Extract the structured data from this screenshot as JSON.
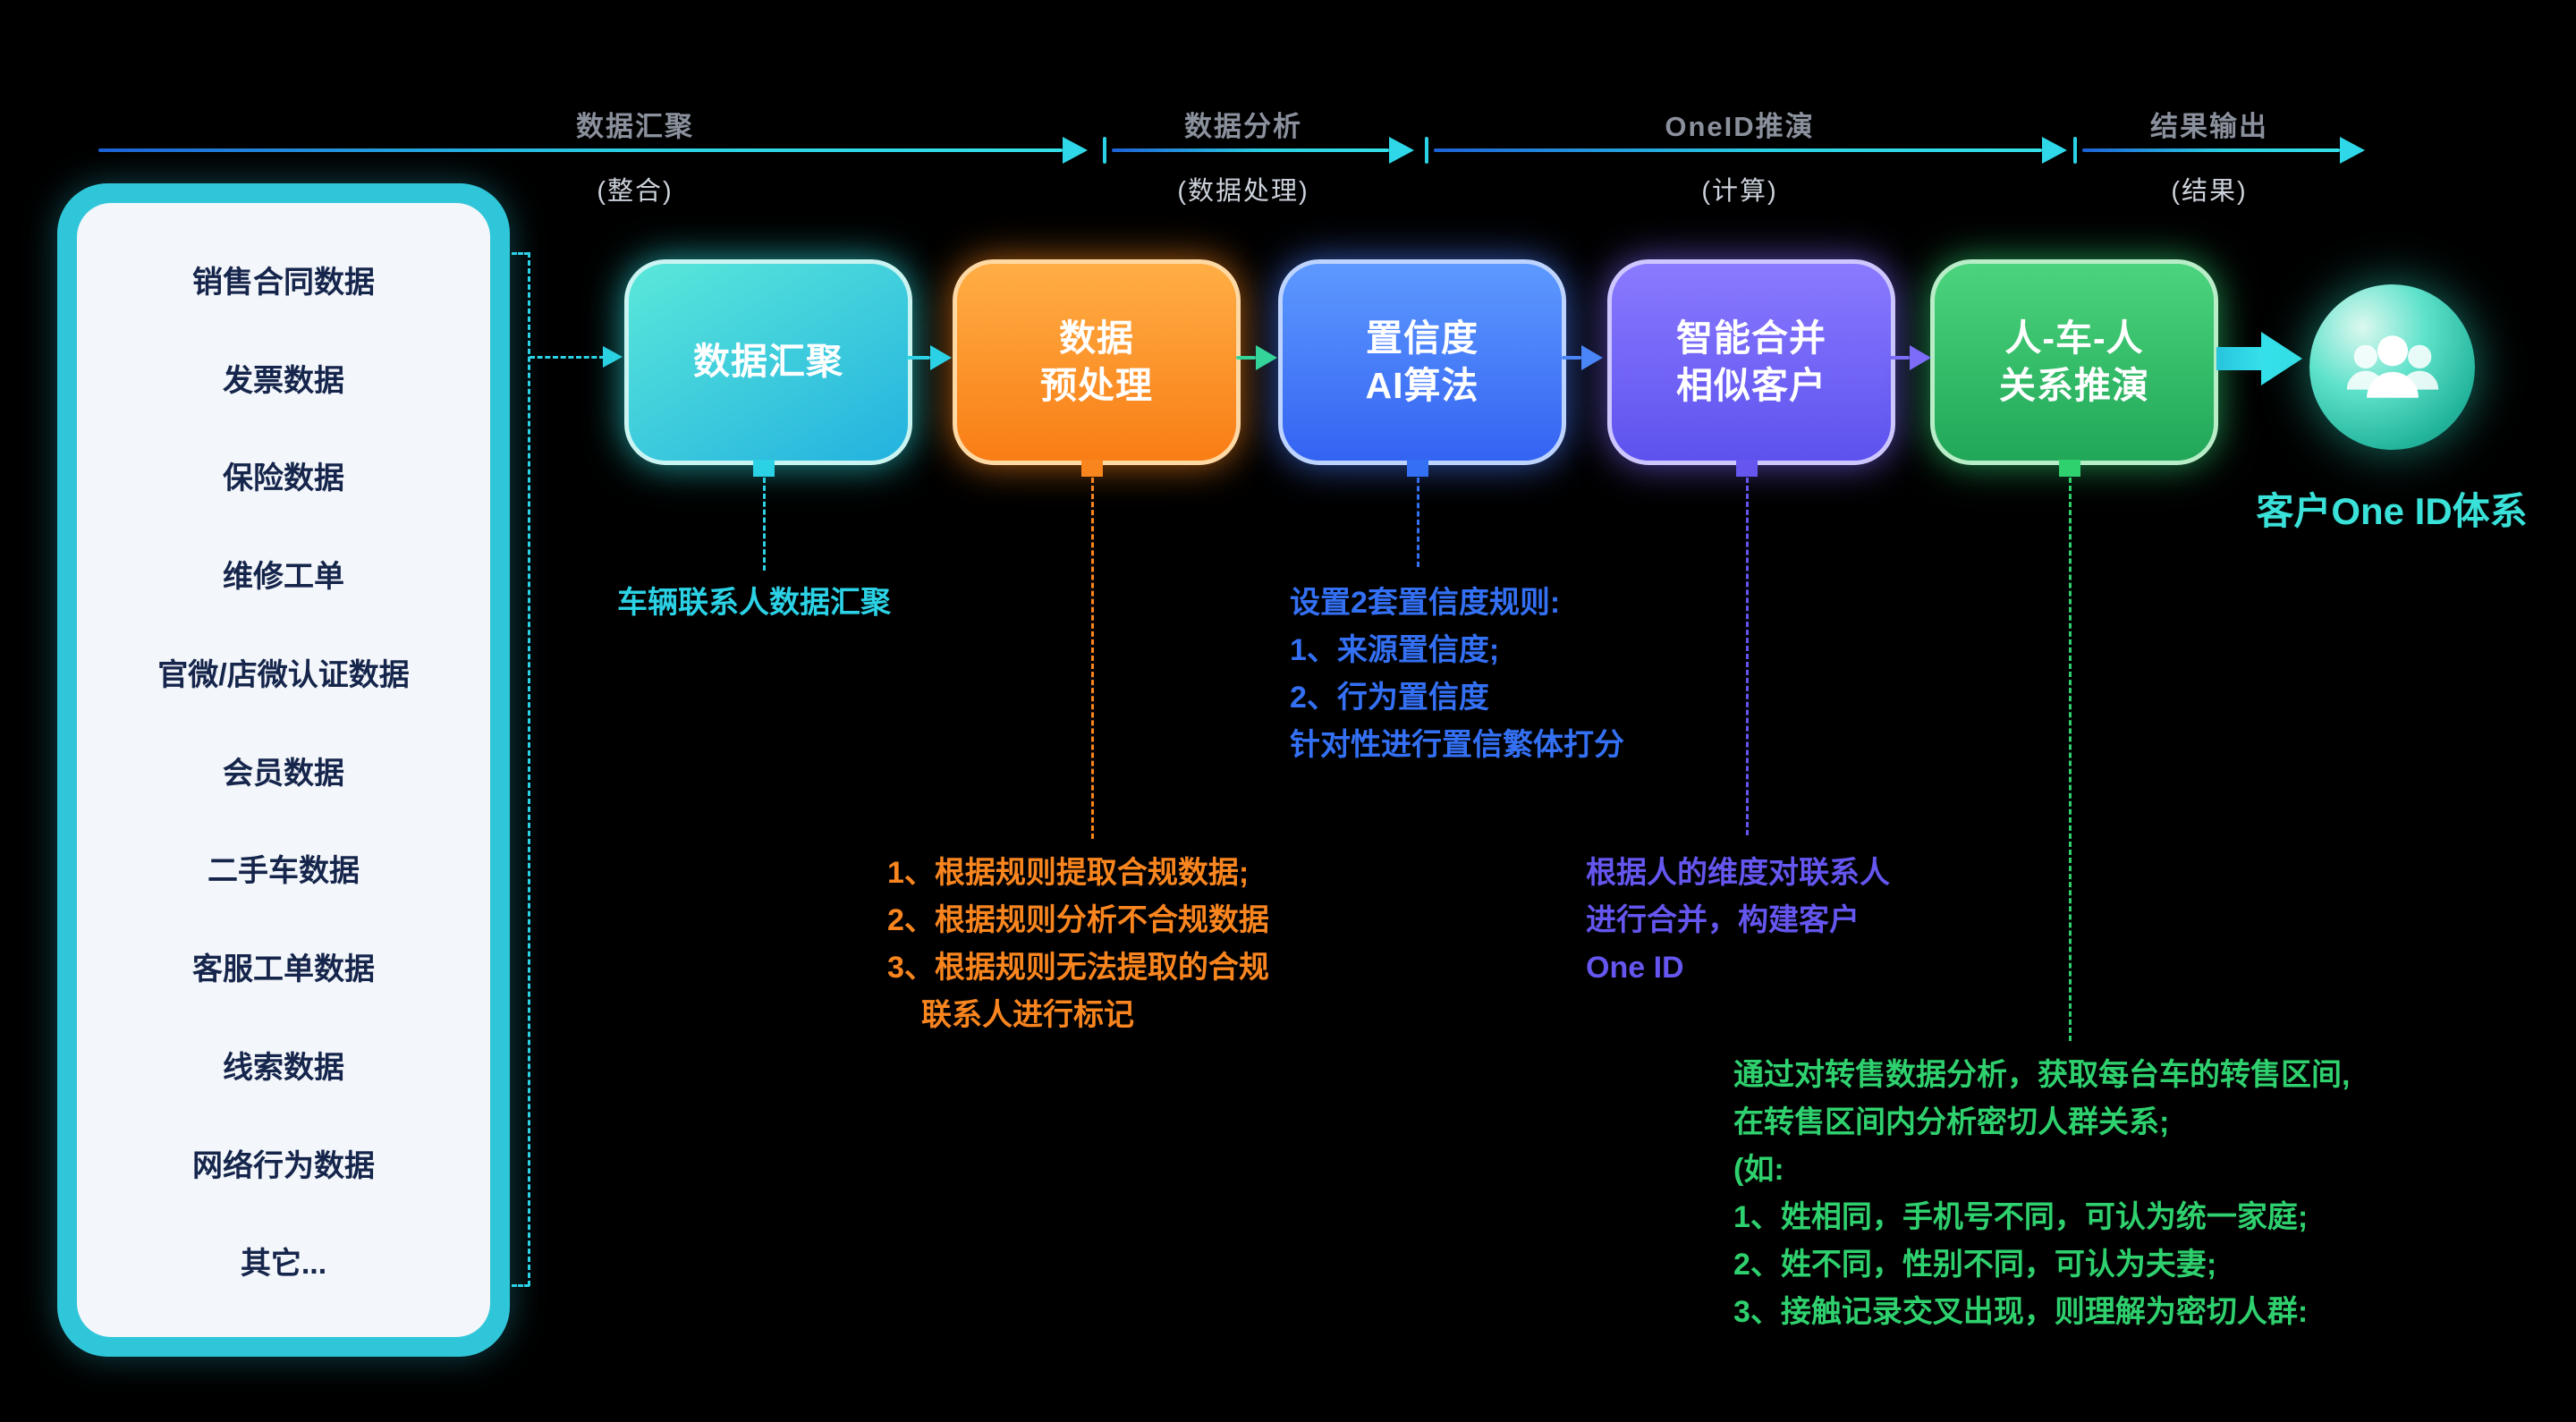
{
  "phases": [
    {
      "label": "数据汇聚",
      "sub": "(整合)"
    },
    {
      "label": "数据分析",
      "sub": "(数据处理)"
    },
    {
      "label": "OneID推演",
      "sub": "(计算)"
    },
    {
      "label": "结果输出",
      "sub": "(结果)"
    }
  ],
  "sources": {
    "items": [
      "销售合同数据",
      "发票数据",
      "保险数据",
      "维修工单",
      "官微/店微认证数据",
      "会员数据",
      "二手车数据",
      "客服工单数据",
      "线索数据",
      "网络行为数据",
      "其它..."
    ]
  },
  "steps": [
    {
      "line1": "数据汇聚",
      "line2": ""
    },
    {
      "line1": "数据",
      "line2": "预处理"
    },
    {
      "line1": "置信度",
      "line2": "AI算法"
    },
    {
      "line1": "智能合并",
      "line2": "相似客户"
    },
    {
      "line1": "人-车-人",
      "line2": "关系推演"
    }
  ],
  "annotations": {
    "step1": {
      "lines": [
        "车辆联系人数据汇聚"
      ]
    },
    "step2": {
      "lines": [
        "1、根据规则提取合规数据;",
        "2、根据规则分析不合规数据",
        "3、根据规则无法提取的合规",
        "联系人进行标记"
      ]
    },
    "step3": {
      "lines": [
        "设置2套置信度规则:",
        "1、来源置信度;",
        "2、行为置信度",
        "针对性进行置信繁体打分"
      ]
    },
    "step4": {
      "lines": [
        "根据人的维度对联系人",
        "进行合并，构建客户",
        "One ID"
      ]
    },
    "step5": {
      "lines": [
        "通过对转售数据分析，获取每台车的转售区间,",
        "在转售区间内分析密切人群关系;",
        "(如:",
        "1、姓相同，手机号不同，可认为统一家庭;",
        "2、姓不同，性别不同，可认为夫妻;",
        "3、接触记录交叉出现，则理解为密切人群:"
      ]
    }
  },
  "result": {
    "label": "客户One ID体系"
  },
  "colors": {
    "cyan": "#2bd1e4",
    "orange": "#f9851f",
    "blue": "#3470f4",
    "purple": "#6456ee",
    "green": "#2fd06e"
  }
}
